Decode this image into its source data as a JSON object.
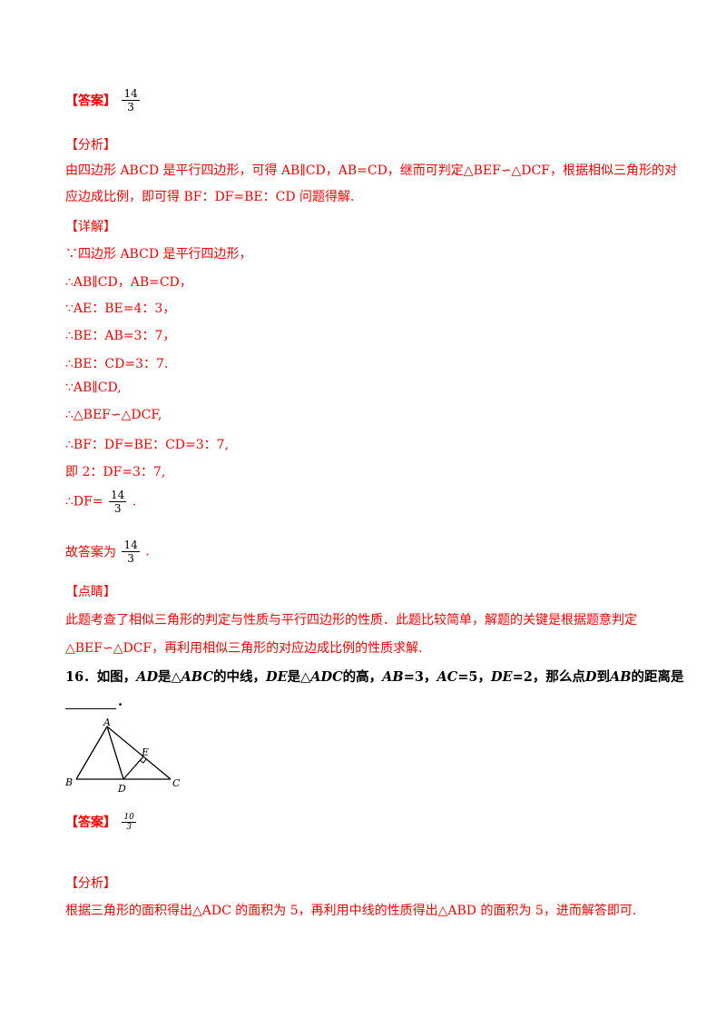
{
  "answer1": {
    "label": "【答案】",
    "num": "14",
    "den": "3"
  },
  "analysis1": {
    "label": "【分析】",
    "line1": "由四边形 ABCD 是平行四边形，可得 AB∥CD，AB=CD，继而可判定△BEF∽△DCF，根据相似三角形的对",
    "line2": "应边成比例，即可得 BF：DF=BE：CD 问题得解."
  },
  "detail1": {
    "label": "【详解】",
    "steps": [
      "∵四边形 ABCD 是平行四边形，",
      "∴AB∥CD，AB=CD，",
      "∵AE：BE=4：3，",
      "∴BE：AB=3：7，",
      "∴BE：CD=3：7.",
      "∵AB∥CD,",
      "∴△BEF∽△DCF,",
      "∴BF：DF=BE：CD=3：7,",
      "即 2：DF=3：7,"
    ],
    "df_prefix": "∴DF=",
    "df_num": "14",
    "df_den": "3",
    "df_suffix": ".",
    "ans_prefix": "故答案为",
    "ans_num": "14",
    "ans_den": "3",
    "ans_suffix": "."
  },
  "comment1": {
    "label": "【点睛】",
    "line1": "此题考查了相似三角形的判定与性质与平行四边形的性质．此题比较简单，解题的关键是根据题意判定",
    "line2": "△BEF∽△DCF，再利用相似三角形的对应边成比例的性质求解."
  },
  "question16": {
    "number": "16．",
    "text_a": "如图，",
    "AD": "AD",
    "text_b": "是△",
    "ABC": "ABC",
    "text_c": "的中线，",
    "DE": "DE",
    "text_d": "是△",
    "ADC": "ADC",
    "text_e": "的高，",
    "AB": "AB",
    "text_f": "=3，",
    "AC": "AC",
    "text_g": "=5，",
    "DE2": "DE",
    "text_h": "=2，那么点",
    "D": "D",
    "text_i": "到",
    "AB2": "AB",
    "text_j": "的距离是",
    "end": "."
  },
  "figure": {
    "labels": {
      "A": "A",
      "B": "B",
      "C": "C",
      "D": "D",
      "E": "E"
    }
  },
  "answer2": {
    "label": "【答案】",
    "num": "10",
    "den": "3"
  },
  "analysis2": {
    "label": "【分析】",
    "line1": "根据三角形的面积得出△ADC 的面积为 5，再利用中线的性质得出△ABD 的面积为 5，进而解答即可."
  },
  "colors": {
    "text_red": "#ff0000",
    "text_black": "#000000"
  }
}
